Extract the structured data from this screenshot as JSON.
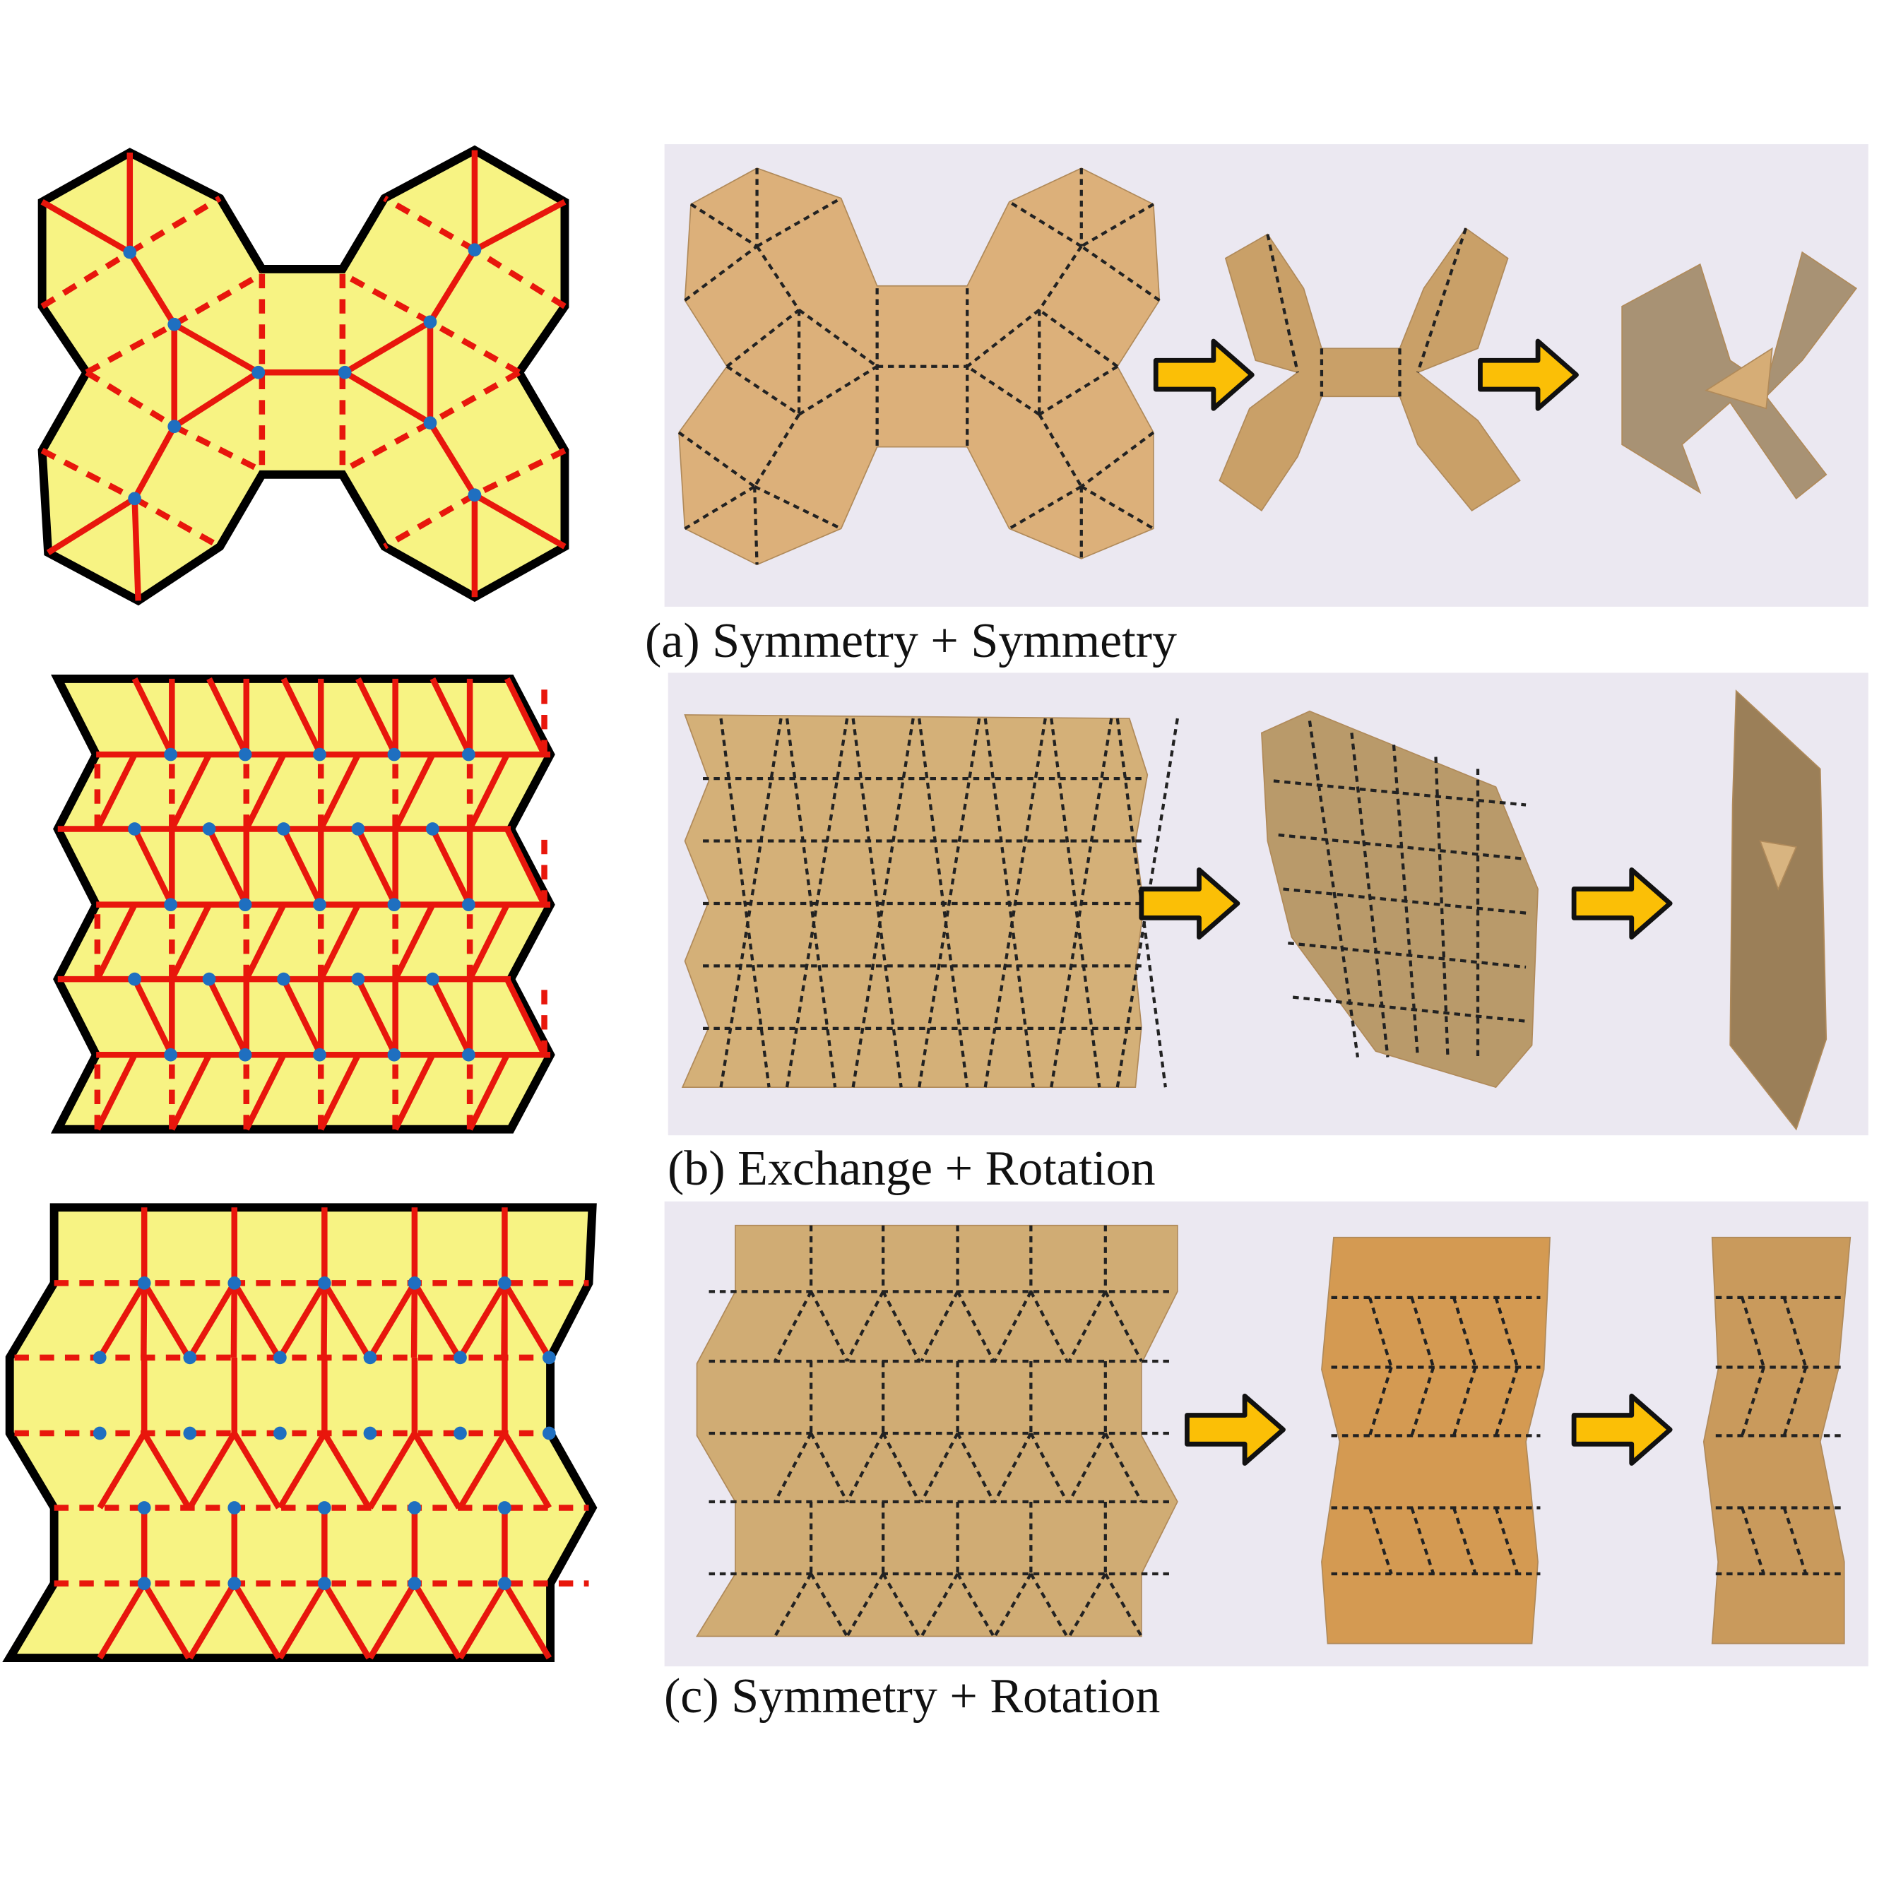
{
  "captions": {
    "a": "(a) Symmetry + Symmetry",
    "b": "(b) Exchange + Rotation",
    "c": "(c) Symmetry + Rotation"
  },
  "colors": {
    "pattern_fill": "#f7f383",
    "mountain_valley_line": "#e8160c",
    "vertex": "#1f6fc0",
    "outline": "#000000",
    "photo_background": "#ebe8f1",
    "paper": "#dcb07a",
    "arrow": "#fbbf06"
  }
}
